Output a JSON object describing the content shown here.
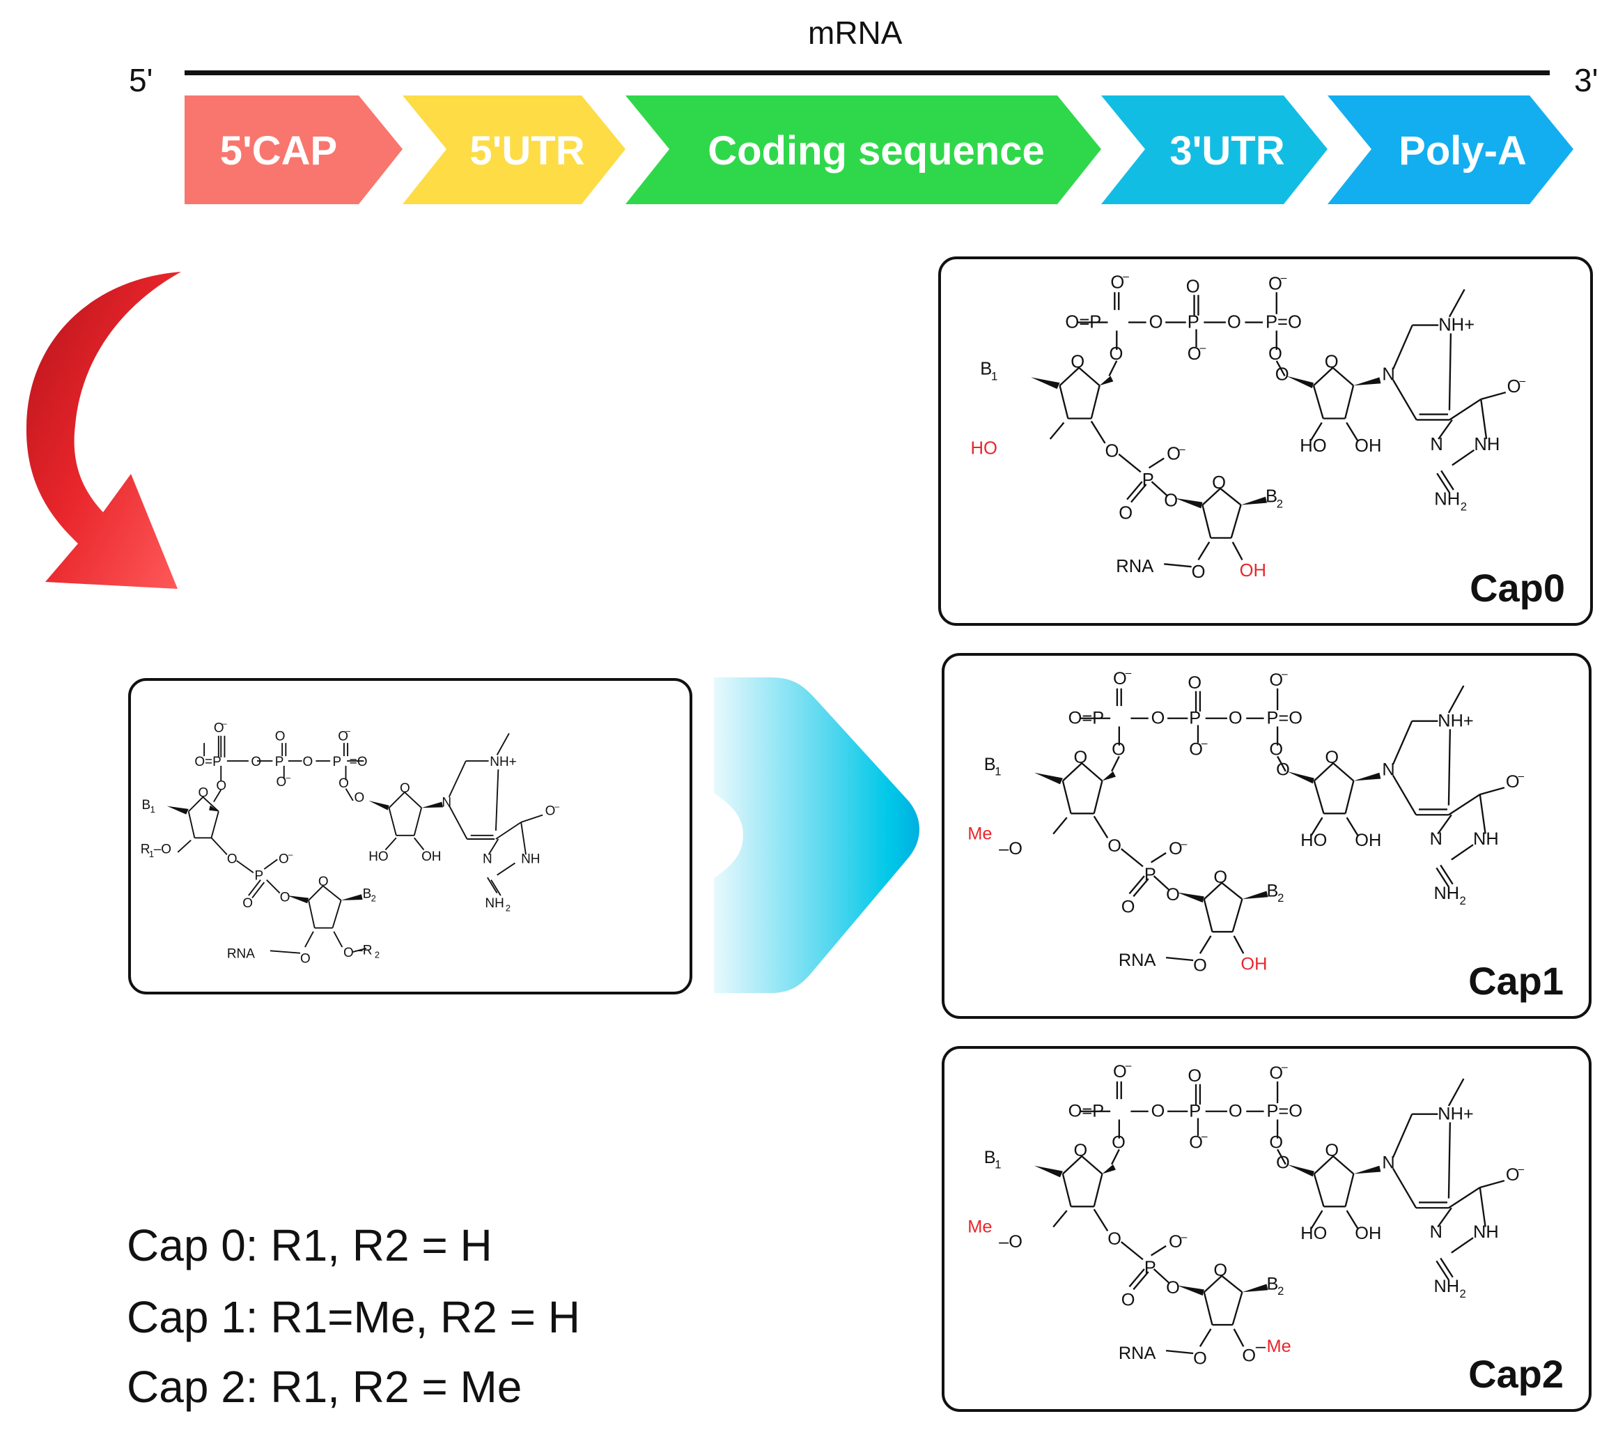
{
  "strand": {
    "label": "mRNA",
    "five_prime": "5'",
    "three_prime": "3'"
  },
  "segments": [
    {
      "label": "5'CAP",
      "color": "#f8766d"
    },
    {
      "label": "5'UTR",
      "color": "#fddc46"
    },
    {
      "label": "Coding sequence",
      "color": "#2fd84a"
    },
    {
      "label": "3'UTR",
      "color": "#12bde3"
    },
    {
      "label": "Poly-A",
      "color": "#12aef0"
    }
  ],
  "generic_structure": {
    "atoms": {
      "b1": "B1",
      "b2": "B2",
      "r1": "R1",
      "r2": "R2",
      "rna": "RNA"
    }
  },
  "variants": [
    {
      "title": "Cap0",
      "r1_text": "HO",
      "r2_text": "OH"
    },
    {
      "title": "Cap1",
      "r1_text": "Me",
      "r2_text": "OH"
    },
    {
      "title": "Cap2",
      "r1_text": "Me",
      "r2_text": "Me"
    }
  ],
  "rules": [
    "Cap 0: R1, R2 = H",
    "Cap 1: R1=Me, R2 = H",
    "Cap 2: R1, R2 = Me"
  ],
  "colors": {
    "highlight": "#e8262b",
    "curved_arrow": "#e8262b",
    "transition_arrow": "#00c8e8"
  }
}
